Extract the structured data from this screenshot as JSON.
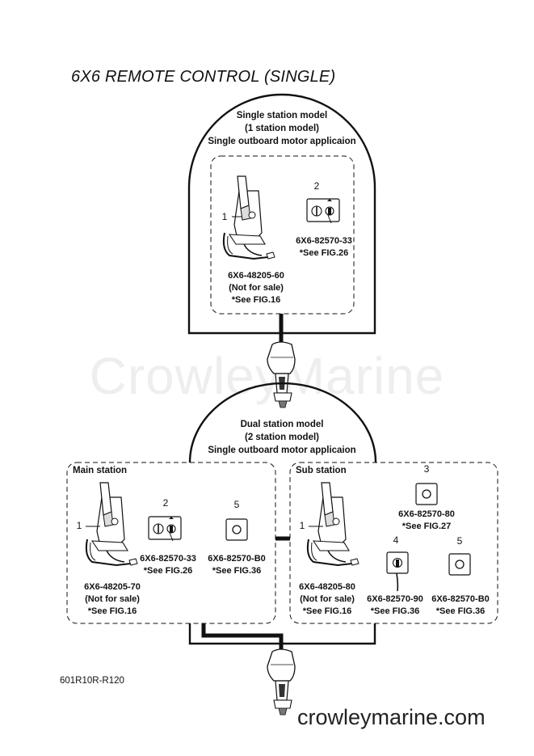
{
  "title": "6X6 REMOTE CONTROL (SINGLE)",
  "watermark": "CrowleyMarine",
  "footer_url": "crowleymarine.com",
  "diagram_code": "601R10R-R120",
  "single": {
    "header": [
      "Single station model",
      "(1 station model)",
      "Single outboard motor applicaion"
    ],
    "items": [
      {
        "num": "1",
        "part": "6X6-48205-60",
        "note": "(Not for sale)",
        "ref": "*See FIG.16"
      },
      {
        "num": "2",
        "part": "6X6-82570-33",
        "ref": "*See FIG.26"
      }
    ]
  },
  "dual": {
    "header": [
      "Dual station model",
      "(2 station model)",
      "Single outboard motor applicaion"
    ],
    "main": {
      "label": "Main station",
      "items": [
        {
          "num": "1",
          "part": "6X6-48205-70",
          "note": "(Not for sale)",
          "ref": "*See FIG.16"
        },
        {
          "num": "2",
          "part": "6X6-82570-33",
          "ref": "*See FIG.26"
        },
        {
          "num": "5",
          "part": "6X6-82570-B0",
          "ref": "*See FIG.36"
        }
      ]
    },
    "sub": {
      "label": "Sub station",
      "items": [
        {
          "num": "1",
          "part": "6X6-48205-80",
          "note": "(Not for sale)",
          "ref": "*See FIG.16"
        },
        {
          "num": "3",
          "part": "6X6-82570-80",
          "ref": "*See FIG.27"
        },
        {
          "num": "4",
          "part": "6X6-82570-90",
          "ref": "*See FIG.36"
        },
        {
          "num": "5",
          "part": "6X6-82570-B0",
          "ref": "*See FIG.36"
        }
      ]
    }
  }
}
